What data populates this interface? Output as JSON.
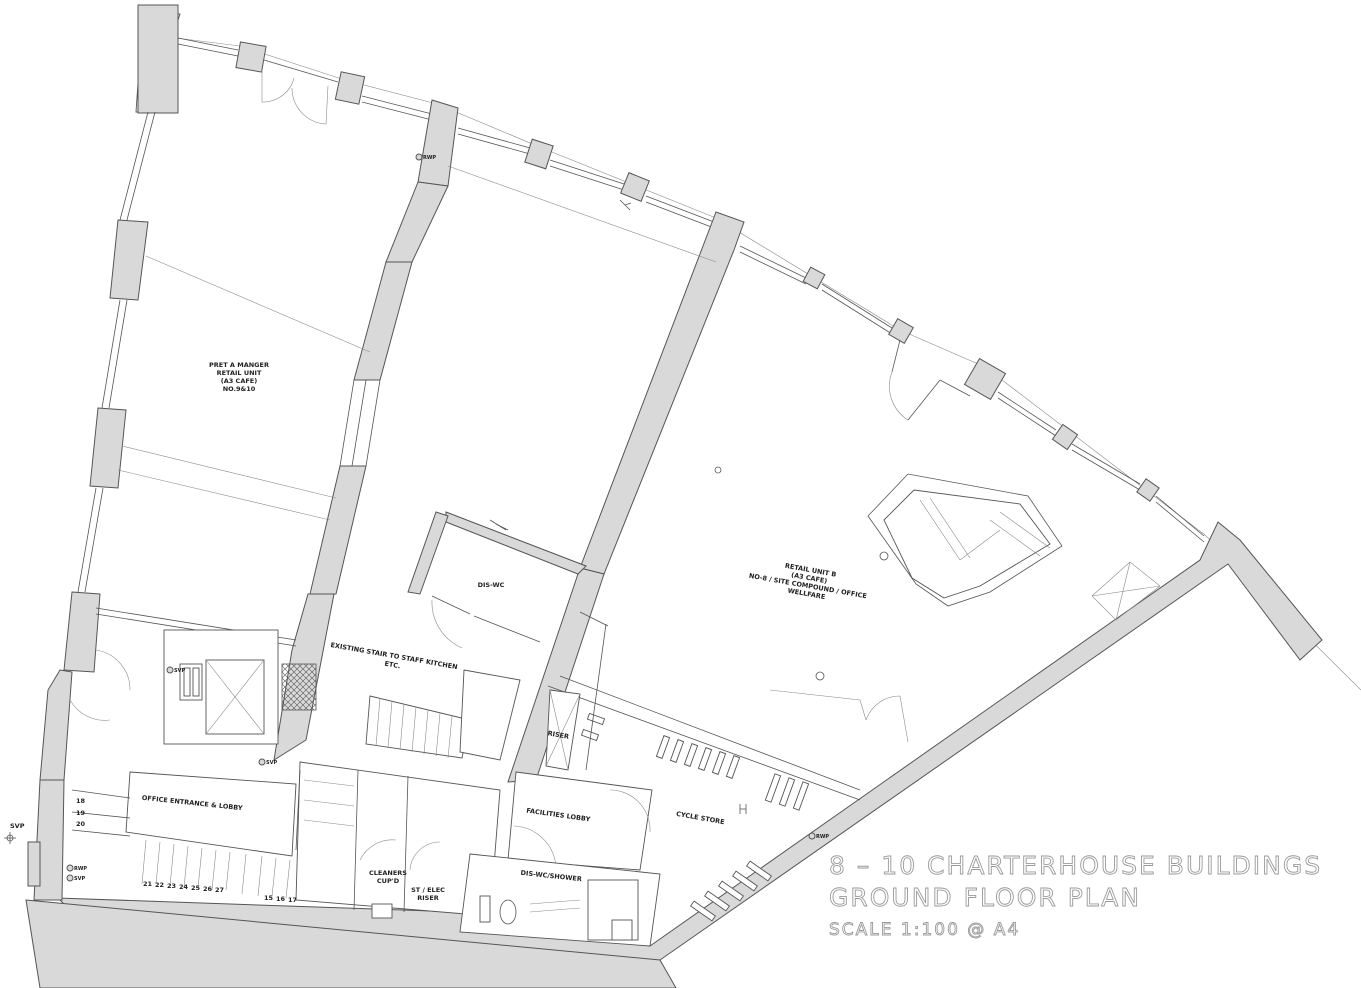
{
  "title_block": {
    "line1": "8 – 10 CHARTERHOUSE BUILDINGS",
    "line2": "GROUND FLOOR PLAN",
    "line3": "SCALE 1:100 @ A4"
  },
  "rooms": {
    "pret_lines": [
      "PRET A MANGER",
      "RETAIL UNIT",
      "(A3 CAFE)",
      "NO.9&10"
    ],
    "retail_b_lines": [
      "RETAIL UNIT B",
      "(A3 CAFE)",
      "NO-8 / SITE COMPOUND / OFFICE",
      "WELLFARE"
    ],
    "dis_wc": "DIS-WC",
    "stair_lines": [
      "EXISTING STAIR TO STAFF KITCHEN",
      "ETC."
    ],
    "riser": "RISER",
    "office_lobby": "OFFICE ENTRANCE & LOBBY",
    "facilities_lobby": "FACILITIES LOBBY",
    "cycle_store": "CYCLE STORE",
    "dis_wc_shower": "DIS-WC/SHOWER",
    "cleaners_lines": [
      "CLEANERS",
      "CUP'D"
    ],
    "st_elec_lines": [
      "ST / ELEC",
      "RISER"
    ]
  },
  "annotations": {
    "svp": "SVP",
    "rwp": "RWP"
  },
  "stair_numbers_left": [
    "18",
    "19",
    "20"
  ],
  "stair_numbers_bottom": [
    "21",
    "22",
    "23",
    "24",
    "25",
    "26",
    "27"
  ],
  "stair_numbers_right": [
    "15",
    "16",
    "17"
  ]
}
